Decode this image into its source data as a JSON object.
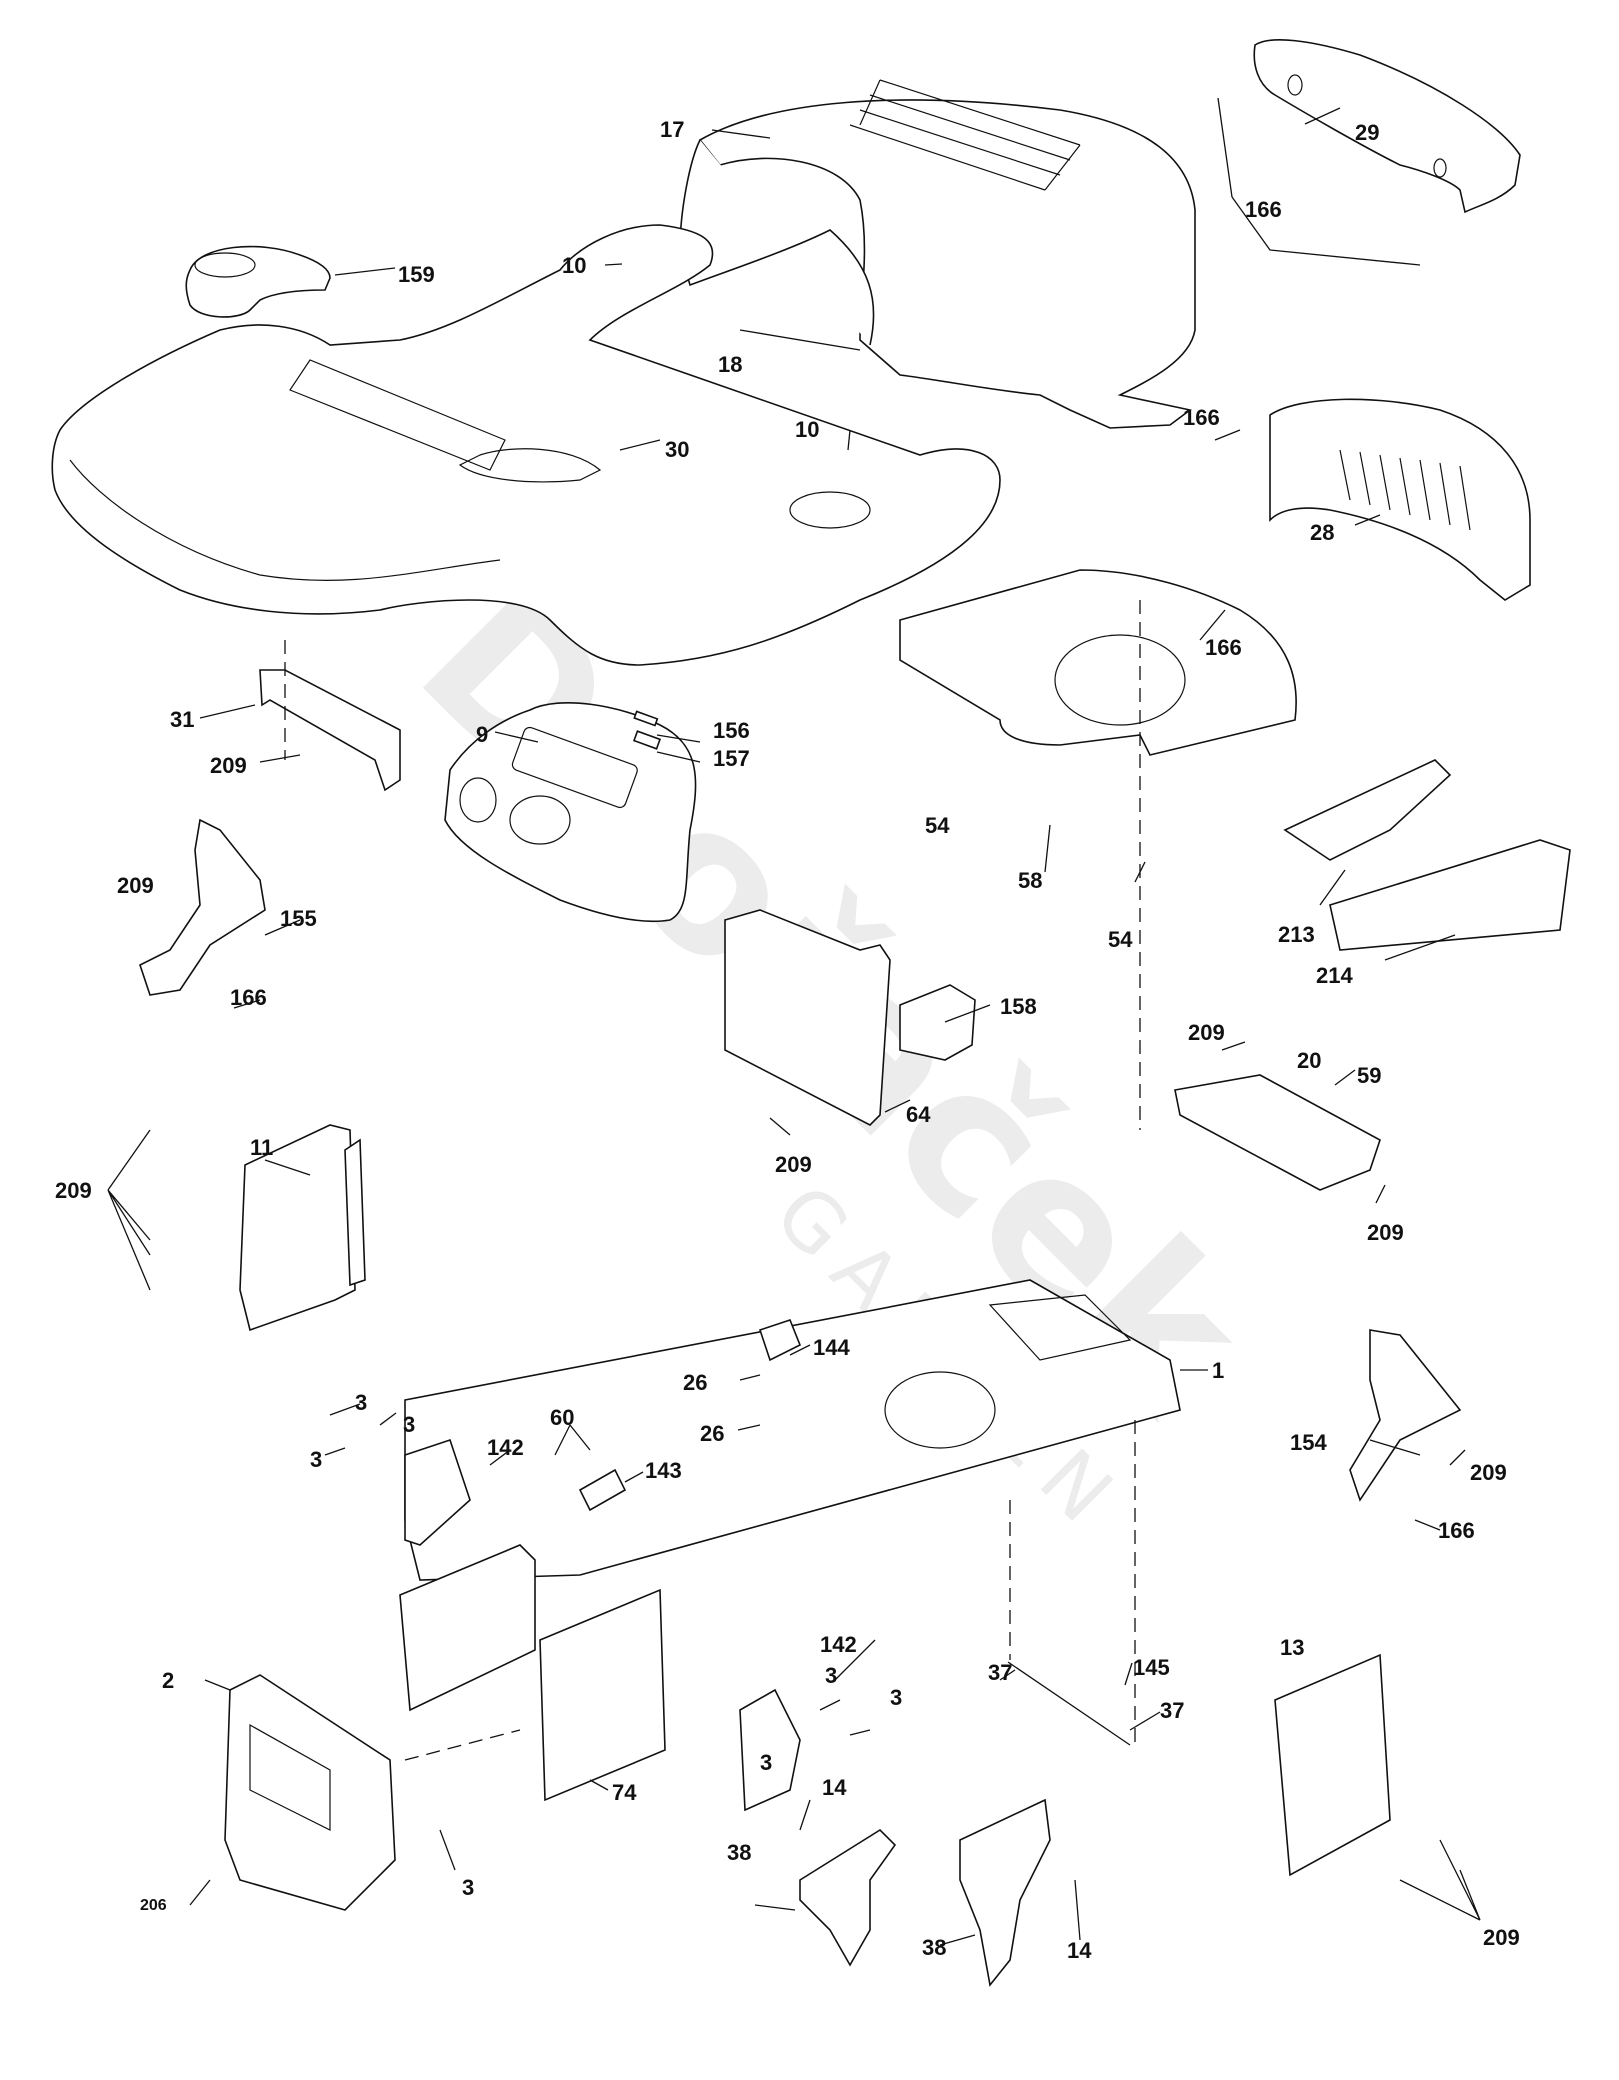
{
  "diagram": {
    "type": "exploded-parts-diagram",
    "subject": "lawn tractor chassis and enclosures",
    "watermark": {
      "brand": "Dvořáček",
      "sub": "GARDEN"
    },
    "callouts": [
      {
        "id": "c17",
        "label": "17"
      },
      {
        "id": "c29",
        "label": "29"
      },
      {
        "id": "c166a",
        "label": "166"
      },
      {
        "id": "c159",
        "label": "159"
      },
      {
        "id": "c10a",
        "label": "10"
      },
      {
        "id": "c18",
        "label": "18"
      },
      {
        "id": "c10b",
        "label": "10"
      },
      {
        "id": "c30",
        "label": "30"
      },
      {
        "id": "c166b",
        "label": "166"
      },
      {
        "id": "c28",
        "label": "28"
      },
      {
        "id": "c166c",
        "label": "166"
      },
      {
        "id": "c31",
        "label": "31"
      },
      {
        "id": "c156",
        "label": "156"
      },
      {
        "id": "c157",
        "label": "157"
      },
      {
        "id": "c9",
        "label": "9"
      },
      {
        "id": "c209a",
        "label": "209"
      },
      {
        "id": "c54a",
        "label": "54"
      },
      {
        "id": "c58",
        "label": "58"
      },
      {
        "id": "c54b",
        "label": "54"
      },
      {
        "id": "c213",
        "label": "213"
      },
      {
        "id": "c214",
        "label": "214"
      },
      {
        "id": "c209b",
        "label": "209"
      },
      {
        "id": "c155",
        "label": "155"
      },
      {
        "id": "c166d",
        "label": "166"
      },
      {
        "id": "c158",
        "label": "158"
      },
      {
        "id": "c209c",
        "label": "209"
      },
      {
        "id": "c20",
        "label": "20"
      },
      {
        "id": "c59",
        "label": "59"
      },
      {
        "id": "c64",
        "label": "64"
      },
      {
        "id": "c209d",
        "label": "209"
      },
      {
        "id": "c11",
        "label": "11"
      },
      {
        "id": "c209e",
        "label": "209"
      },
      {
        "id": "c209f",
        "label": "209"
      },
      {
        "id": "c144",
        "label": "144"
      },
      {
        "id": "c26a",
        "label": "26"
      },
      {
        "id": "c26b",
        "label": "26"
      },
      {
        "id": "c1",
        "label": "1"
      },
      {
        "id": "c3a",
        "label": "3"
      },
      {
        "id": "c3b",
        "label": "3"
      },
      {
        "id": "c3c",
        "label": "3"
      },
      {
        "id": "c142a",
        "label": "142"
      },
      {
        "id": "c60",
        "label": "60"
      },
      {
        "id": "c143",
        "label": "143"
      },
      {
        "id": "c154",
        "label": "154"
      },
      {
        "id": "c209g",
        "label": "209"
      },
      {
        "id": "c166e",
        "label": "166"
      },
      {
        "id": "c142b",
        "label": "142"
      },
      {
        "id": "c3d",
        "label": "3"
      },
      {
        "id": "c3e",
        "label": "3"
      },
      {
        "id": "c3f",
        "label": "3"
      },
      {
        "id": "c37a",
        "label": "37"
      },
      {
        "id": "c145",
        "label": "145"
      },
      {
        "id": "c37b",
        "label": "37"
      },
      {
        "id": "c13",
        "label": "13"
      },
      {
        "id": "c2",
        "label": "2"
      },
      {
        "id": "c74",
        "label": "74"
      },
      {
        "id": "c206",
        "label": "206"
      },
      {
        "id": "c3g",
        "label": "3"
      },
      {
        "id": "c14a",
        "label": "14"
      },
      {
        "id": "c38a",
        "label": "38"
      },
      {
        "id": "c38b",
        "label": "38"
      },
      {
        "id": "c14b",
        "label": "14"
      },
      {
        "id": "c209h",
        "label": "209"
      }
    ]
  }
}
